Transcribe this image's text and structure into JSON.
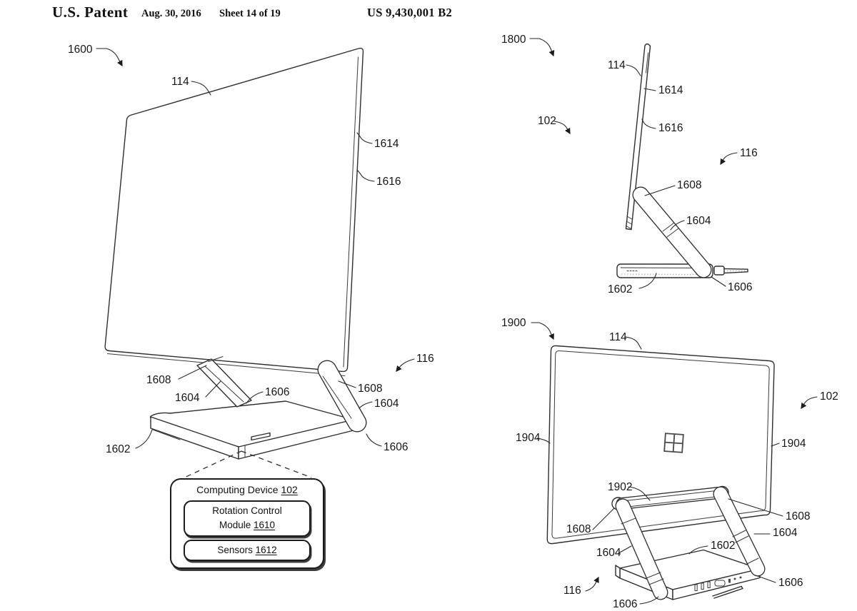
{
  "header": {
    "title": "U.S. Patent",
    "date": "Aug. 30, 2016",
    "sheet": "Sheet 14 of 19",
    "patent_number": "US 9,430,001 B2"
  },
  "colors": {
    "paper": "#ffffff",
    "ink": "#2e2e2e",
    "label_ink": "#161616"
  },
  "figures": {
    "fig1600": {
      "ref": "1600",
      "labels": {
        "screen": "114",
        "display_outer": "1614",
        "display_inner": "1616",
        "hinge_left": "1608",
        "arm_left": "1604",
        "hinge_center": "1606",
        "base": "1602",
        "stand": "116",
        "hinge_right": "1608",
        "arm_right": "1604",
        "foot_right": "1606"
      },
      "callout": {
        "device_label": "Computing Device",
        "device_ref": "102",
        "module_line1": "Rotation Control",
        "module_line2": "Module",
        "module_ref": "1610",
        "sensors_label": "Sensors",
        "sensors_ref": "1612"
      }
    },
    "fig1800": {
      "ref": "1800",
      "labels": {
        "screen": "114",
        "device": "102",
        "display_outer": "1614",
        "display_inner": "1616",
        "stand": "116",
        "hinge": "1608",
        "arm": "1604",
        "base": "1602",
        "foot": "1606"
      }
    },
    "fig1900": {
      "ref": "1900",
      "labels": {
        "screen": "114",
        "device": "102",
        "edge_left": "1904",
        "edge_right": "1904",
        "crossbar": "1902",
        "hinge_left": "1608",
        "hinge_right": "1608",
        "arm_left": "1604",
        "arm_right": "1604",
        "base": "1602",
        "foot_right": "1606",
        "foot_bottom": "1606",
        "stand": "116"
      }
    }
  }
}
